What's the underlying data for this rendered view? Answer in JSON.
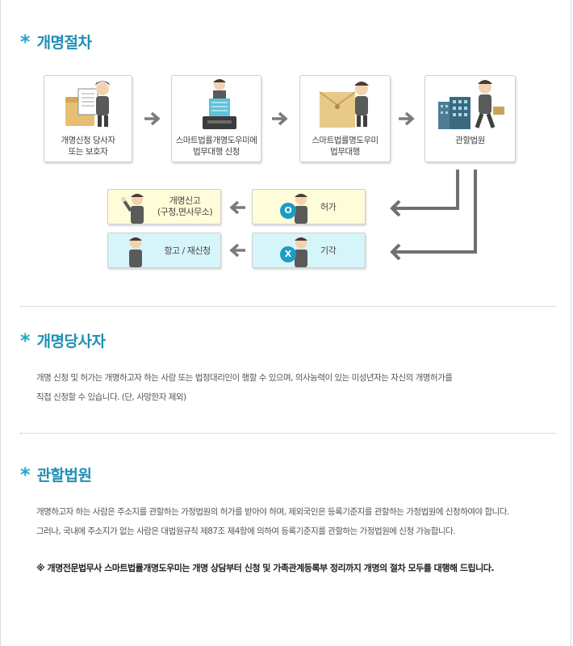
{
  "sections": {
    "procedure": {
      "title": "개명절차"
    },
    "party": {
      "title": "개명당사자",
      "lines": [
        "개명 신청 및 허가는 개명하고자 하는 사람 또는 법정대리인이 행할 수 있으며, 의사능력이 있는 미성년자는 자신의 개명허가를",
        "직접 신청할 수 있습니다. (단, 사망한자 제외)"
      ]
    },
    "court": {
      "title": "관할법원",
      "lines": [
        "개명하고자 하는 사람은 주소지를 관할하는 가정법원의 허가를 받아야 하며, 제외국인은 등록기준지를 관할하는 가정법원에 신청하여야 합니다.",
        "그러나, 국내에 주소지가 없는 사람은 대법원규칙 제87조 제4항에 의하여 등록기준지를 관할하는 가정법원에 신청 가능합니다."
      ],
      "note": "※ 개명전문법무사 스마트법률개명도우미는 개명 상담부터 신청 및 가족관계등록부 정리까지 개명의 절차 모두를 대행해 드립니다."
    }
  },
  "flow": {
    "steps": [
      {
        "line1": "개명신청 당사자",
        "line2": "또는 보호자",
        "icon": "folder-documents-icon"
      },
      {
        "line1": "스마트법률개명도우미에",
        "line2": "법무대행 신청",
        "icon": "fax-printer-icon"
      },
      {
        "line1": "스마트법률명도우미",
        "line2": "법무대행",
        "icon": "envelope-icon"
      },
      {
        "line1": "관할법원",
        "line2": "",
        "icon": "court-building-icon"
      }
    ],
    "outcomes": {
      "permit": {
        "badge": "O",
        "label": "허가"
      },
      "report": {
        "line1": "개명신고",
        "line2": "(구청,면사무소)"
      },
      "reject": {
        "badge": "X",
        "label": "기각"
      },
      "appeal": {
        "label": "항고 / 재신청"
      }
    }
  },
  "colors": {
    "accent": "#1f8fb5",
    "yellow": "#fffcd9",
    "cyan": "#d6f5fa",
    "arrow": "#7b7b7b"
  }
}
